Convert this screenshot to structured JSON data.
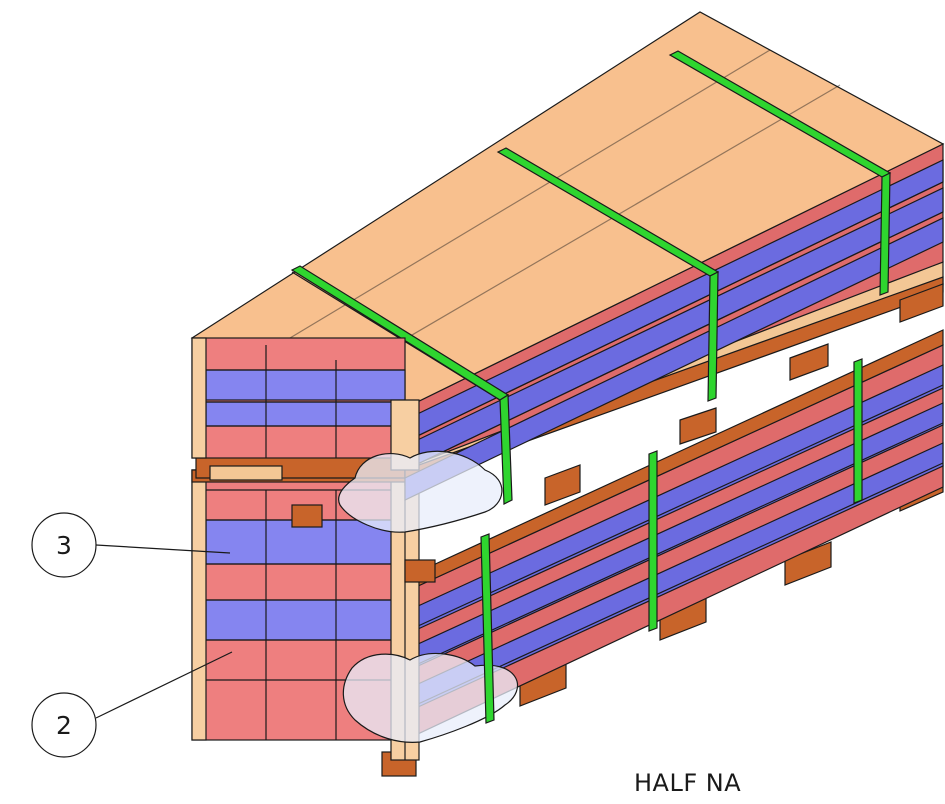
{
  "callouts": [
    {
      "label": "3"
    },
    {
      "label": "2"
    }
  ],
  "caption": "HALF NA",
  "colors": {
    "carton_top": "#f8c08e",
    "carton_red": "#df6b6b",
    "carton_blue": "#6b6be0",
    "carton_red_front": "#ee7f7f",
    "carton_blue_front": "#8585f0",
    "pallet_wood": "#c8642a",
    "pallet_board": "#f3c795",
    "corner_board": "#f7cfa2",
    "strap": "#2fd52f",
    "film": "#e8eefb"
  },
  "icons": [
    "pallet-3d-illustration"
  ]
}
